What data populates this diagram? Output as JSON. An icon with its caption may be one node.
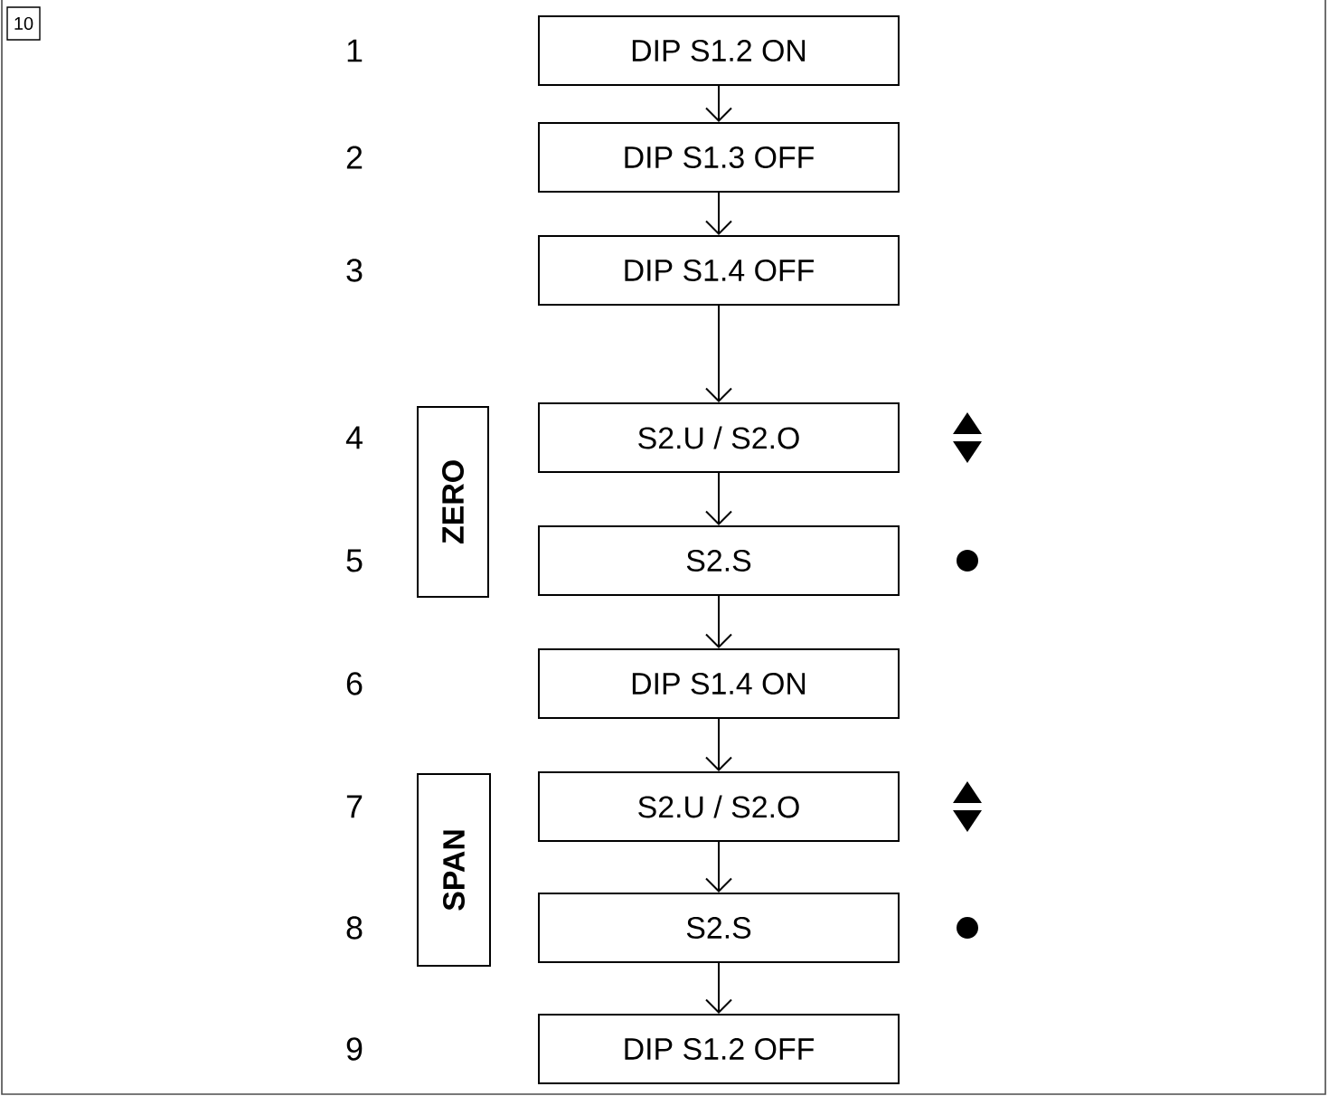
{
  "diagram": {
    "nodes": [
      {
        "text": [
          "10"
        ]
      },
      {
        "text": [
          "DIP S1.2 ON"
        ]
      },
      {
        "text": [
          "DIP S1.3 OFF"
        ]
      },
      {
        "text": [
          "DIP S1.4 OFF"
        ]
      },
      {
        "text": [
          "ZERO"
        ]
      },
      {
        "text": [
          "S2.U / S2.O"
        ]
      },
      {
        "text": [
          "S2.S"
        ]
      },
      {
        "text": [
          "DIP S1.4 ON"
        ]
      },
      {
        "text": [
          "SPAN"
        ]
      },
      {
        "text": [
          "S2.U / S2.O"
        ]
      },
      {
        "text": [
          "S2.S"
        ]
      },
      {
        "text": [
          "DIP S1.2 OFF"
        ]
      }
    ],
    "edges": [
      {
        "from": 1,
        "to": 2,
        "arrow": "to"
      },
      {
        "from": 2,
        "to": 3,
        "arrow": "to"
      },
      {
        "from": 3,
        "to": 5,
        "arrow": "to"
      },
      {
        "from": 5,
        "to": 6,
        "arrow": "to"
      },
      {
        "from": 6,
        "to": 7,
        "arrow": "to"
      },
      {
        "from": 7,
        "to": 9,
        "arrow": "to"
      },
      {
        "from": 9,
        "to": 10,
        "arrow": "to"
      },
      {
        "from": 10,
        "to": 11,
        "arrow": "to"
      }
    ],
    "labels": [
      "1",
      "2",
      "3",
      "4",
      "5",
      "6",
      "7",
      "8",
      "9"
    ]
  }
}
